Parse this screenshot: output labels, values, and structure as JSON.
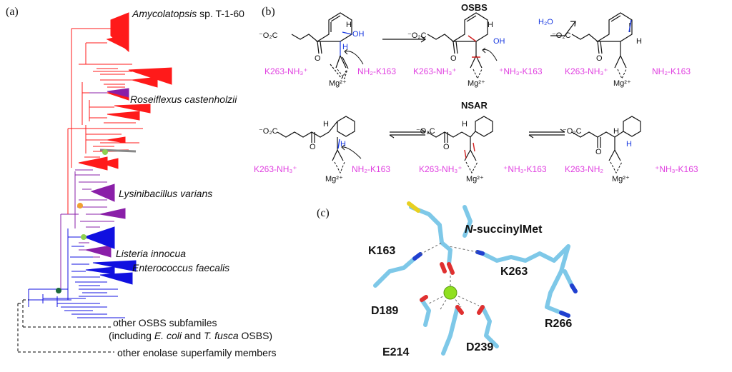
{
  "panels": {
    "a": "(a)",
    "b": "(b)",
    "c": "(c)"
  },
  "tree": {
    "labels": [
      {
        "pre": "",
        "it": "Amycolatopsis",
        "post": " sp. T-1-60"
      },
      {
        "pre": "",
        "it": "Roseiflexus castenholzii",
        "post": ""
      },
      {
        "pre": "",
        "it": "Lysinibacillus varians",
        "post": ""
      },
      {
        "pre": "",
        "it": "Listeria innocua",
        "post": ""
      },
      {
        "pre": "",
        "it": "Enterococcus faecalis",
        "post": ""
      }
    ],
    "other1_line1": "other OSBS subfamiles",
    "other1_line2_a": "(including ",
    "other1_line2_b": "E. coli",
    "other1_line2_c": " and ",
    "other1_line2_d": "T. fusca",
    "other1_line2_e": " OSBS)",
    "other2": "other enolase superfamily members",
    "colors": {
      "red": "#ff1a1a",
      "purple": "#8a1fa8",
      "blue": "#1010e0",
      "green_node": "#8fd14f",
      "orange_node": "#f0a030",
      "dark_node": "#1a6a3a"
    }
  },
  "scheme": {
    "osbs_title": "OSBS",
    "nsar_title": "NSAR",
    "water": "H₂O",
    "osbs_row": [
      {
        "lys1": "K263-NH₃⁺",
        "lys2": "NH₂-K163",
        "mg": "Mg²⁺",
        "oh": "OH",
        "h": "H",
        "carb": "⁻O₂C",
        "o": "O"
      },
      {
        "lys1": "K263-NH₃⁺",
        "lys2": "⁺NH₃-K163",
        "mg": "Mg²⁺",
        "oh": "OH",
        "h": "H",
        "carb": "⁻O₂C",
        "o": "O"
      },
      {
        "lys1": "K263-NH₃⁺",
        "lys2": "NH₂-K163",
        "mg": "Mg²⁺",
        "h": "H",
        "carb": "⁻O₂C",
        "o": "O"
      }
    ],
    "nsar_row": [
      {
        "lys1": "K263-NH₃⁺",
        "lys2": "NH₂-K163",
        "mg": "Mg²⁺",
        "h": "H",
        "nh": "H",
        "carb": "⁻O₂C",
        "o": "O"
      },
      {
        "lys1": "K263-NH₃⁺",
        "lys2": "⁺NH₃-K163",
        "mg": "Mg²⁺",
        "nh": "H",
        "carb": "⁻O₂C",
        "o": "O"
      },
      {
        "lys1": "K263-NH₂",
        "lys2": "⁺NH₃-K163",
        "mg": "Mg²⁺",
        "h": "H",
        "nh": "H",
        "carb": "⁻O₂C",
        "o": "O"
      }
    ]
  },
  "structure": {
    "ligand_pre": "N",
    "ligand_post": "-succinylMet",
    "residues": [
      "K163",
      "K263",
      "D189",
      "R266",
      "E214",
      "D239"
    ]
  }
}
